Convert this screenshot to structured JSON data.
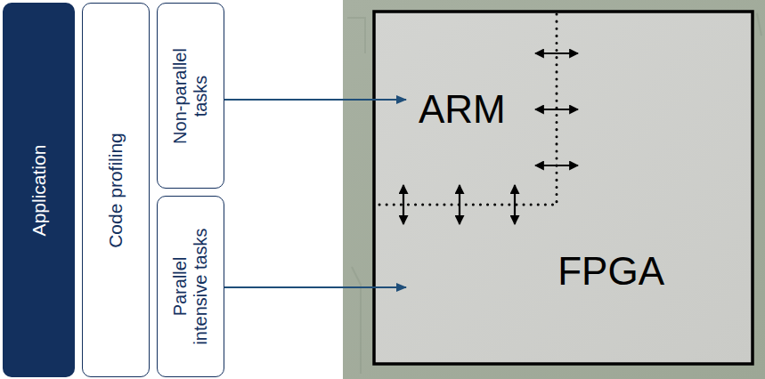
{
  "diagram": {
    "nodes": [
      {
        "text": [
          "Application"
        ]
      },
      {
        "text": [
          "Code profiling"
        ]
      },
      {
        "text": [
          "Non-parallel tasks"
        ]
      },
      {
        "text": [
          "Parallel intensive tasks"
        ]
      },
      {
        "text": [
          "ARM"
        ]
      },
      {
        "text": [
          "FPGA"
        ]
      }
    ],
    "edges": [
      {
        "from": 2,
        "to": 4,
        "arrow": "to"
      },
      {
        "from": 3,
        "to": 5,
        "arrow": "to"
      }
    ]
  }
}
